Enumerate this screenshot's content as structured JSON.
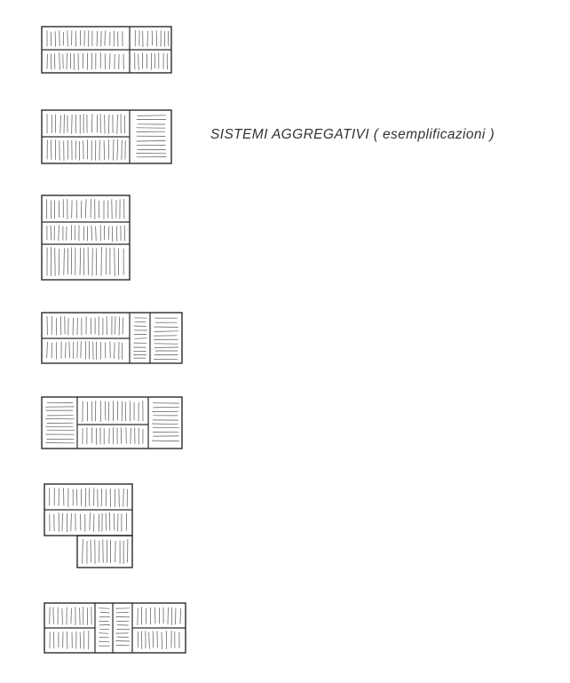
{
  "caption": "SISTEMI AGGREGATIVI ( esemplificazioni )",
  "colors": {
    "ink": "#2a2a2a",
    "hatch": "#555555",
    "caption": "#333333",
    "background": "#ffffff"
  },
  "figures": [
    {
      "name": "aggregation-example-1",
      "units": 4,
      "hatching": [
        "vertical",
        "vertical",
        "vertical",
        "vertical"
      ]
    },
    {
      "name": "aggregation-example-2",
      "units": 3,
      "hatching": [
        "vertical",
        "vertical",
        "horizontal"
      ]
    },
    {
      "name": "aggregation-example-3",
      "units": 3,
      "hatching": [
        "vertical",
        "vertical",
        "vertical"
      ]
    },
    {
      "name": "aggregation-example-4",
      "units": 4,
      "hatching": [
        "vertical",
        "vertical",
        "horizontal",
        "horizontal"
      ]
    },
    {
      "name": "aggregation-example-5",
      "units": 4,
      "hatching": [
        "horizontal",
        "vertical",
        "vertical",
        "horizontal"
      ]
    },
    {
      "name": "aggregation-example-6",
      "units": 3,
      "hatching": [
        "vertical",
        "vertical",
        "vertical"
      ]
    },
    {
      "name": "aggregation-example-7",
      "units": 6,
      "hatching": [
        "vertical",
        "vertical",
        "horizontal",
        "horizontal",
        "vertical",
        "vertical"
      ]
    }
  ]
}
